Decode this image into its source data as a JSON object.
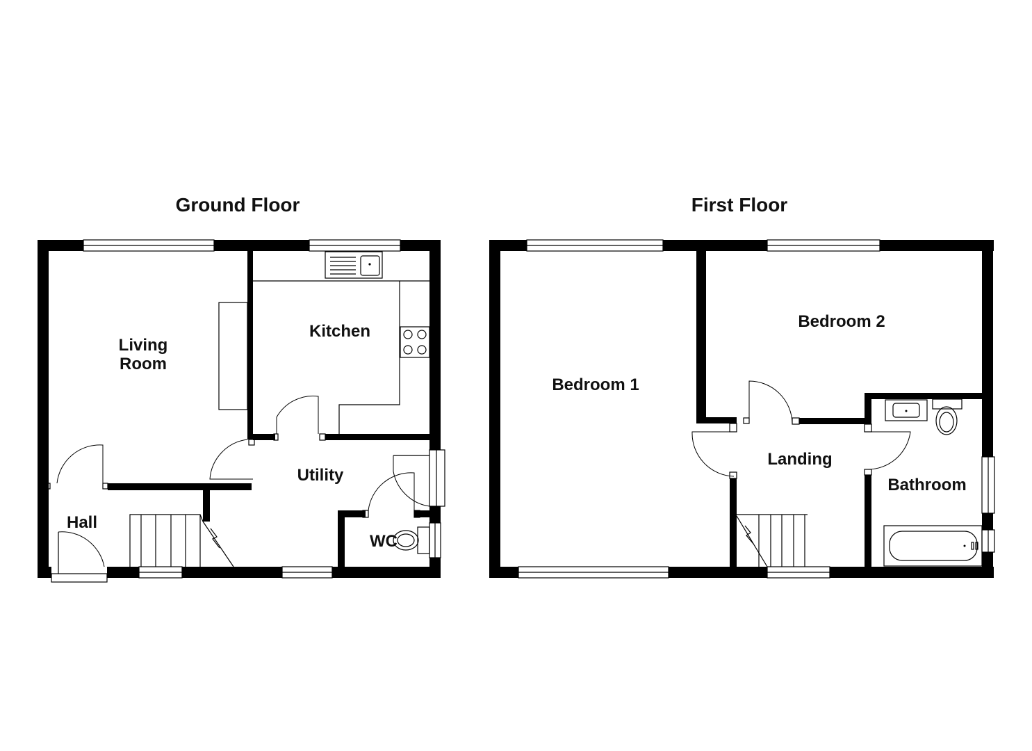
{
  "ground_floor": {
    "title": "Ground Floor",
    "rooms": {
      "living_room_line1": "Living",
      "living_room_line2": "Room",
      "kitchen": "Kitchen",
      "utility": "Utility",
      "hall": "Hall",
      "wc": "WC"
    }
  },
  "first_floor": {
    "title": "First Floor",
    "rooms": {
      "bedroom1": "Bedroom 1",
      "bedroom2": "Bedroom 2",
      "landing": "Landing",
      "bathroom": "Bathroom"
    }
  }
}
